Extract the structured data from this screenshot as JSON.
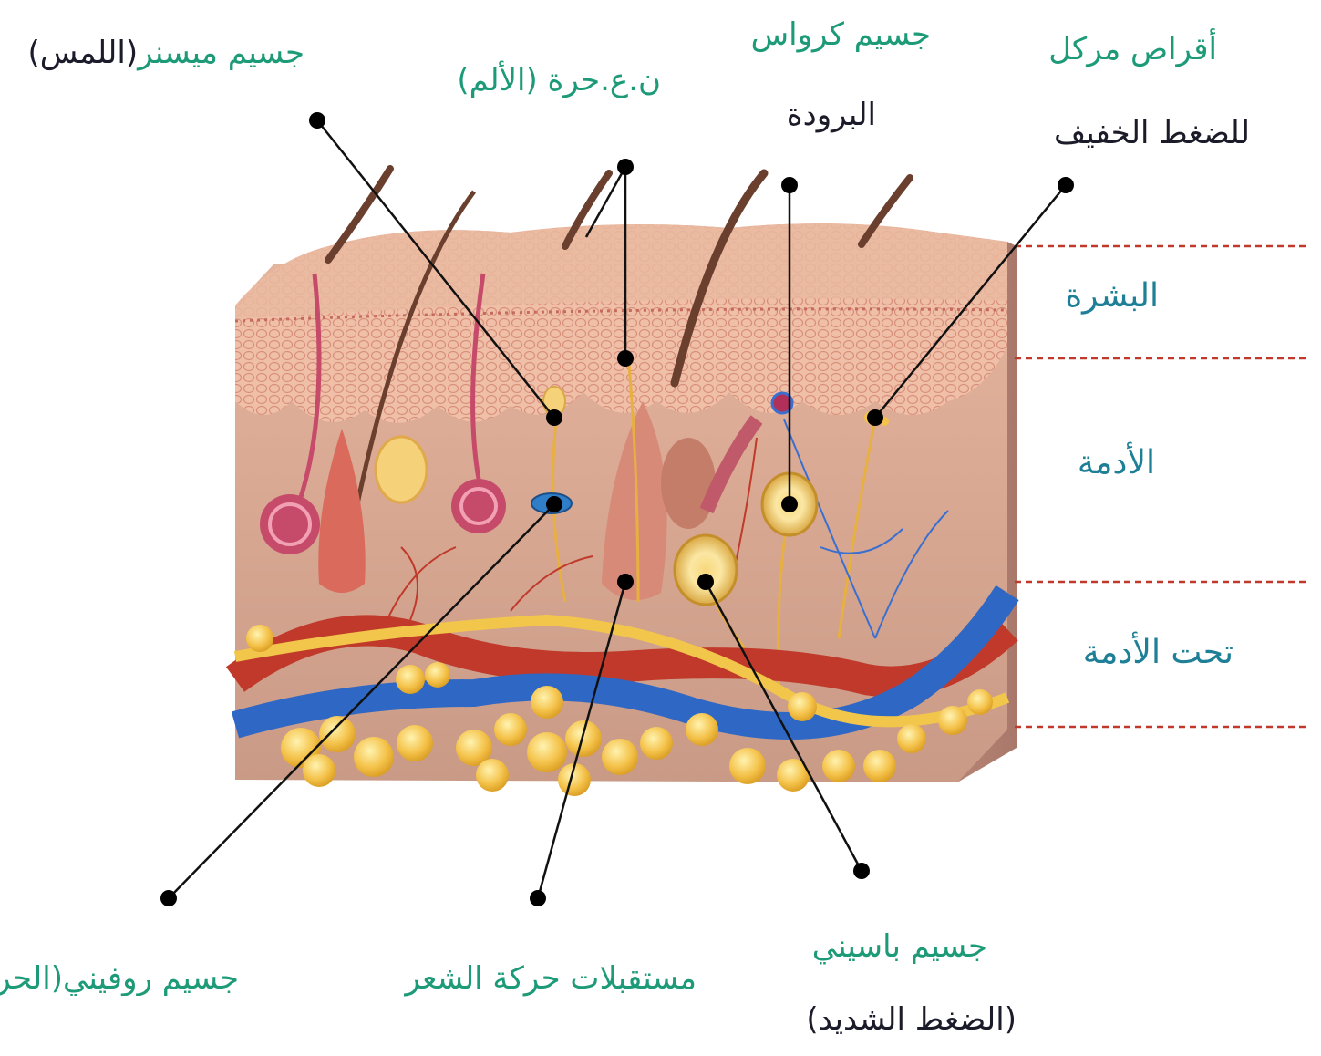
{
  "labels": {
    "meissner": {
      "name": "جسيم ميسنر",
      "function": "(اللمس)"
    },
    "free_nerve": {
      "text": "ن.ع.حرة (الألم)"
    },
    "krause": {
      "name": "جسيم كرواس",
      "function": "البرودة"
    },
    "merkel": {
      "name": "أقراص مركل",
      "function": "للضغط الخفيف"
    },
    "ruffini": {
      "text": "جسيم روفيني(الحرارة)"
    },
    "hair_receptors": {
      "text": "مستقبلات حركة الشعر"
    },
    "pacini": {
      "name": "جسيم باسيني",
      "function": "(الضغط الشديد)"
    }
  },
  "layers": {
    "epidermis": "البشرة",
    "dermis": "الأدمة",
    "hypodermis": "تحت الأدمة"
  },
  "colors": {
    "label_green": "#1d9a78",
    "label_dark": "#1b1b2a",
    "layer_blue": "#1e7f96",
    "divider_red": "#c0392b"
  }
}
